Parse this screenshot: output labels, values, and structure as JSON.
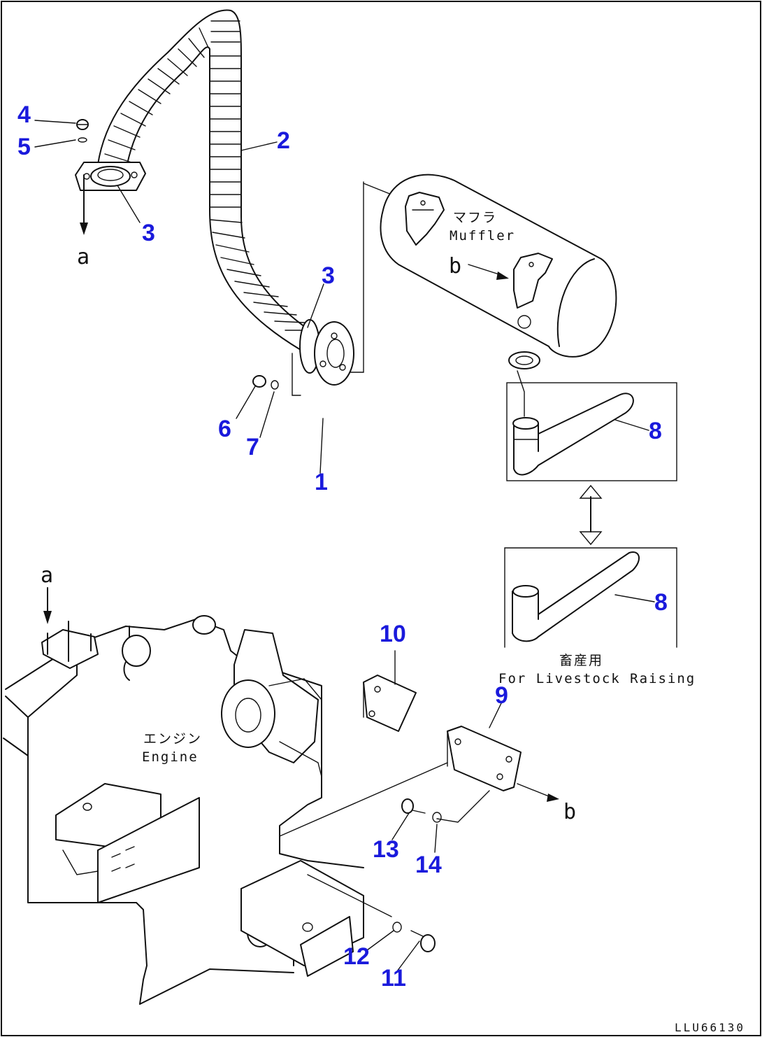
{
  "callouts": {
    "c1": "1",
    "c2": "2",
    "c3a": "3",
    "c3b": "3",
    "c4": "4",
    "c5": "5",
    "c6": "6",
    "c7": "7",
    "c8a": "8",
    "c8b": "8",
    "c9": "9",
    "c10": "10",
    "c11": "11",
    "c12": "12",
    "c13": "13",
    "c14": "14"
  },
  "labels": {
    "muffler_jp": "マフラ",
    "muffler_en": "Muffler",
    "engine_jp": "エンジン",
    "engine_en": "Engine",
    "livestock_jp": "畜産用",
    "livestock_en": "For Livestock Raising"
  },
  "refs": {
    "a_top": "a",
    "a_bottom": "a",
    "b_muffler": "b",
    "b_bracket": "b"
  },
  "drawing_code": "LLU66130",
  "colors": {
    "callout": "#1a1adc",
    "line": "#111111",
    "background": "#ffffff"
  }
}
